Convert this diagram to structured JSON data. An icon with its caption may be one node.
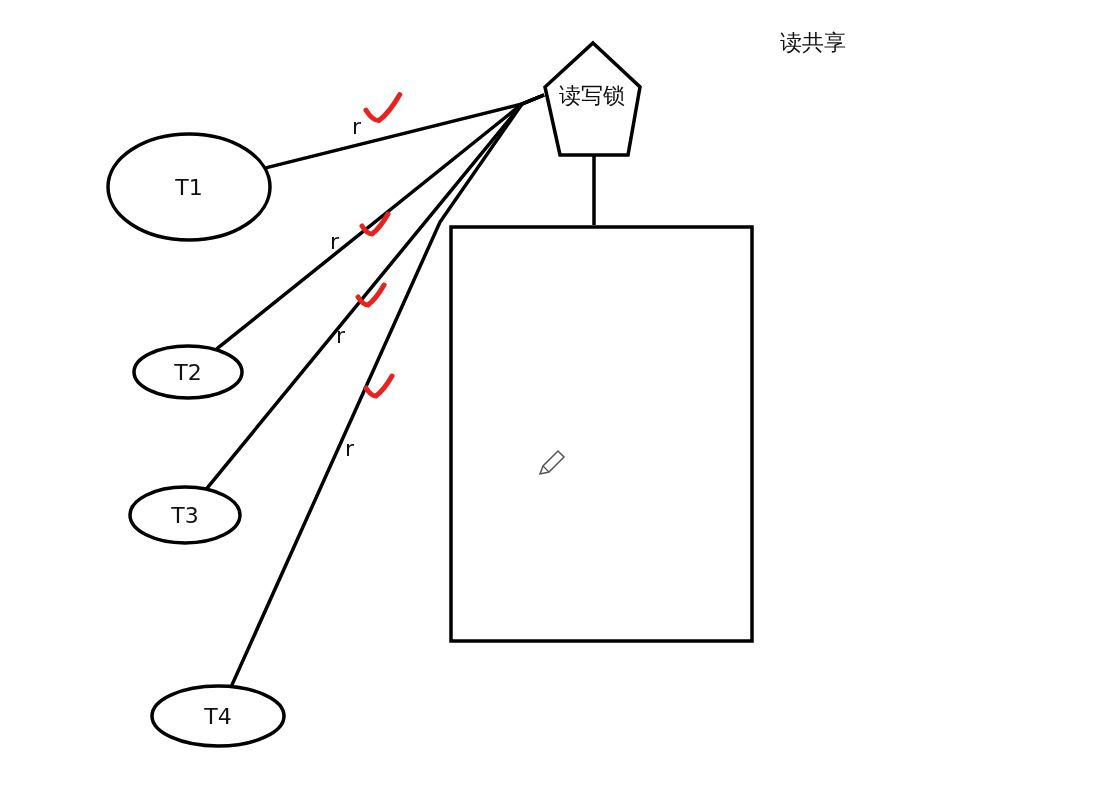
{
  "diagram": {
    "nodes": [
      {
        "text": [
          "读写锁"
        ]
      },
      {
        "text": [
          "T1"
        ]
      },
      {
        "text": [
          "T2"
        ]
      },
      {
        "text": [
          "T3"
        ]
      },
      {
        "text": [
          "T4"
        ]
      },
      {
        "text": [],
        "shape": "box"
      }
    ],
    "edges": [
      {
        "from": 1,
        "to": 0,
        "arrow": "none",
        "label": "r"
      },
      {
        "from": 2,
        "to": 0,
        "arrow": "none",
        "label": "r"
      },
      {
        "from": 3,
        "to": 0,
        "arrow": "none",
        "label": "r"
      },
      {
        "from": 4,
        "to": 0,
        "arrow": "none",
        "label": "r"
      },
      {
        "from": 0,
        "to": 5,
        "arrow": "none"
      }
    ],
    "labels": [
      "读共享"
    ]
  }
}
